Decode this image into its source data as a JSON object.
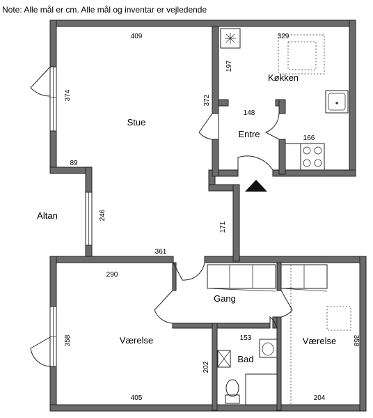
{
  "note": "Note: Alle mål er cm. Alle mål og inventar er vejledende",
  "rooms": {
    "stue": "Stue",
    "kokken": "Køkken",
    "entre": "Entre",
    "altan": "Altan",
    "gang": "Gang",
    "vaerelse_left": "Værelse",
    "bad": "Bad",
    "vaerelse_right": "Værelse"
  },
  "dimensions": {
    "stue_width": "409",
    "stue_left": "374",
    "stue_right": "372",
    "stue_step": "89",
    "stue_lower_left": "246",
    "stue_bottom": "361",
    "hall_right": "171",
    "kokken_width": "329",
    "kokken_left": "197",
    "entre_width": "148",
    "kokken_lower": "166",
    "vaerelse_left_top": "290",
    "vaerelse_left_side": "358",
    "vaerelse_left_bottom": "405",
    "vaerelse_left_right": "202",
    "bad_width": "153",
    "vaerelse_right_side": "358",
    "vaerelse_right_bottom": "204"
  }
}
